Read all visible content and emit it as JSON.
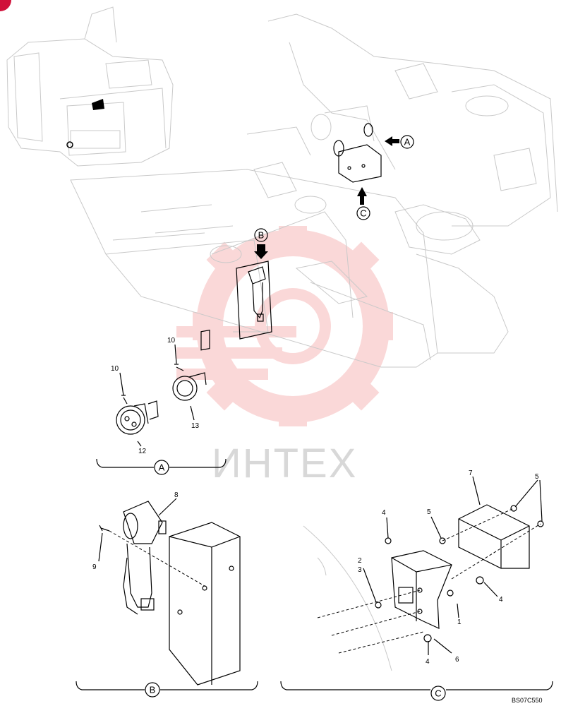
{
  "diagram": {
    "view_labels": [
      "A",
      "B",
      "C"
    ],
    "part_numbers": {
      "a": [
        "10",
        "10",
        "12",
        "13"
      ],
      "b": [
        "8",
        "9"
      ],
      "c": [
        "7",
        "5",
        "5",
        "4",
        "2",
        "3",
        "4",
        "1",
        "6",
        "4"
      ]
    },
    "drawing_code": "BS07C550",
    "watermark": "ИНТЕХ",
    "colors": {
      "line": "#000000",
      "faint": "#c9c9c9",
      "watermark": "#f6b9b9",
      "corner_badge": "#d0103a"
    }
  }
}
